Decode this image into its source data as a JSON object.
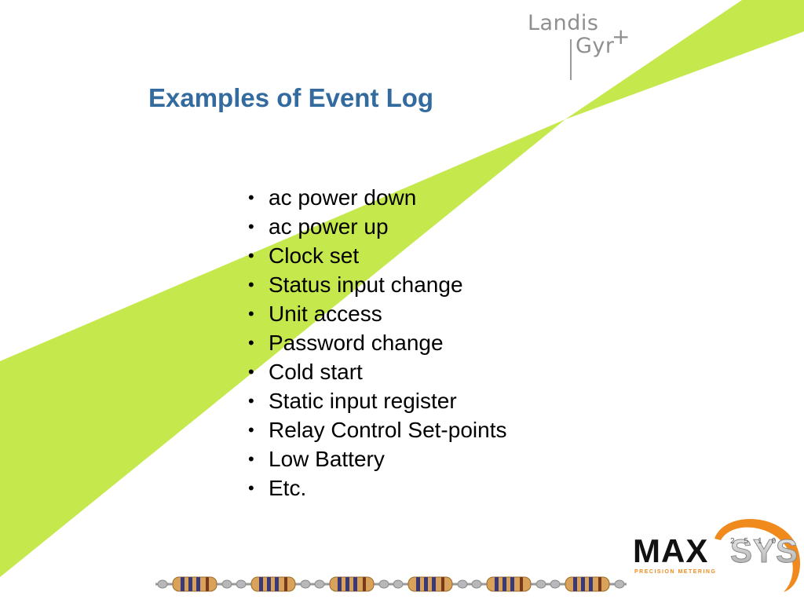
{
  "title": "Examples of Event Log",
  "items": [
    "ac power down",
    "ac power up",
    "Clock set",
    "Status input change",
    "Unit access",
    "Password change",
    "Cold start",
    "Static input register",
    "Relay Control Set-points",
    "Low Battery",
    "Etc."
  ],
  "bullet": "•",
  "logo": {
    "landis_word1": "Landis",
    "landis_word2": "Gyr",
    "landis_plus": "+",
    "maxsys_main": "MAX",
    "maxsys_sys": "SYS",
    "maxsys_number": "2510",
    "maxsys_tagline": "PRECISION METERING"
  },
  "colors": {
    "accent_green": "#c5e84c",
    "title_blue": "#336b9f",
    "logo_grey": "#8f8f8f",
    "maxsys_orange": "#f08a1c"
  }
}
